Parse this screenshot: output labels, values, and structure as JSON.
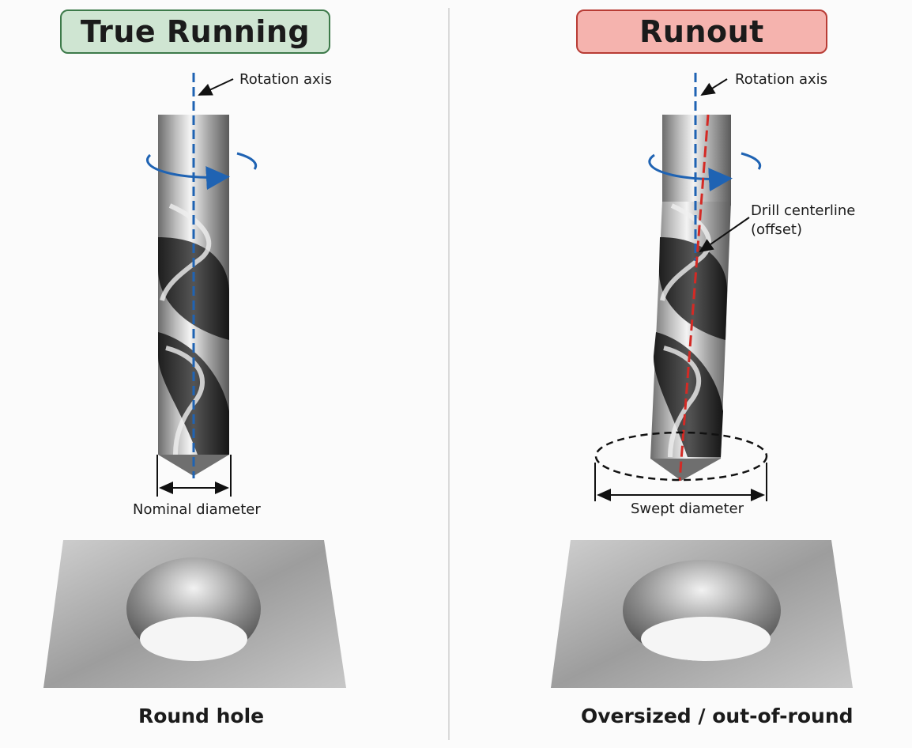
{
  "colors": {
    "true_running": "#cfe5d2",
    "true_running_border": "#3d7a4a",
    "runout": "#f5b3ae",
    "runout_border": "#b83c35",
    "axis_blue": "#1f63b3",
    "offset_red": "#d42a25"
  },
  "left": {
    "title": "True Running",
    "axis_label": "Rotation axis",
    "diameter_label": "Nominal diameter",
    "caption": "Round hole"
  },
  "right": {
    "title": "Runout",
    "axis_label": "Rotation axis",
    "centerline_label_line1": "Drill centerline",
    "centerline_label_line2": "(offset)",
    "diameter_label": "Swept diameter",
    "caption": "Oversized / out-of-round"
  }
}
